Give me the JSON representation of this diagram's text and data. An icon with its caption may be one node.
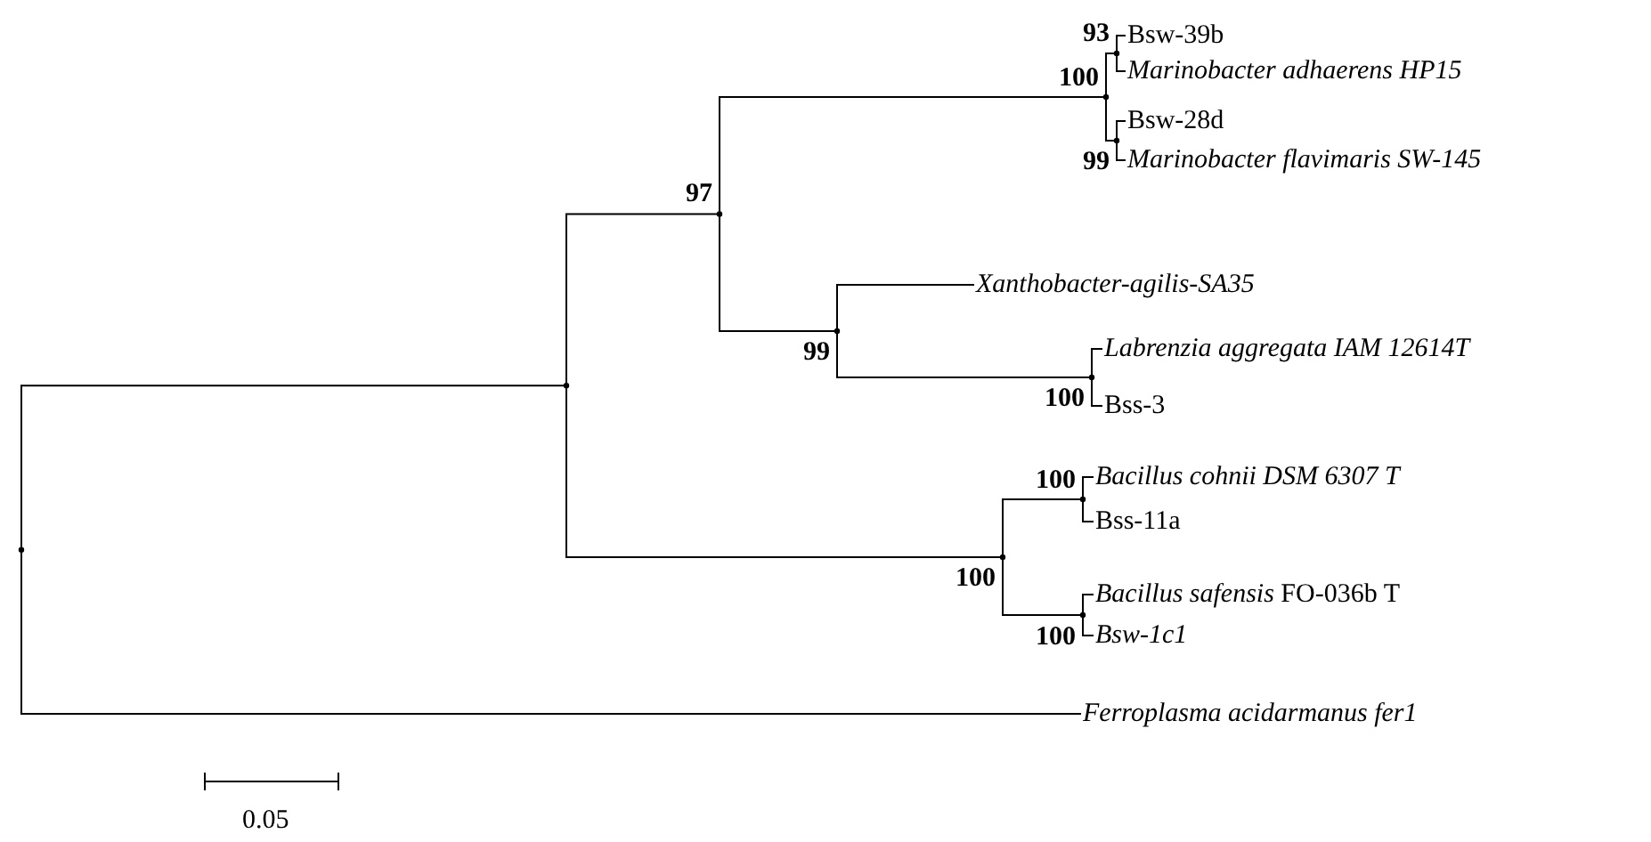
{
  "diagram": {
    "nodes": [
      {
        "text": [],
        "shape": "point"
      },
      {
        "text": [],
        "shape": "point"
      },
      {
        "text": [],
        "shape": "point",
        "beside": [
          "97"
        ]
      },
      {
        "text": [],
        "shape": "point",
        "beside": [
          "100"
        ]
      },
      {
        "text": [],
        "shape": "point",
        "beside": [
          "93"
        ]
      },
      {
        "text": [
          "Bsw-39b"
        ]
      },
      {
        "text": [
          "Marinobacter adhaerens HP15"
        ]
      },
      {
        "text": [],
        "shape": "point",
        "beside": [
          "99"
        ]
      },
      {
        "text": [
          "Bsw-28d"
        ]
      },
      {
        "text": [
          "Marinobacter flavimaris SW-145"
        ]
      },
      {
        "text": [],
        "shape": "point",
        "beside": [
          "99"
        ]
      },
      {
        "text": [
          "Xanthobacter-agilis-SA35"
        ]
      },
      {
        "text": [],
        "shape": "point",
        "beside": [
          "100"
        ]
      },
      {
        "text": [
          "Labrenzia aggregata IAM 12614T"
        ]
      },
      {
        "text": [
          "Bss-3"
        ]
      },
      {
        "text": [],
        "shape": "point",
        "beside": [
          "100"
        ]
      },
      {
        "text": [],
        "shape": "point",
        "beside": [
          "100"
        ]
      },
      {
        "text": [
          "Bacillus cohnii DSM 6307 T"
        ]
      },
      {
        "text": [
          "Bss-11a"
        ]
      },
      {
        "text": [],
        "shape": "point",
        "beside": [
          "100"
        ]
      },
      {
        "text": [
          "*Bacillus safensis* FO-036b T"
        ]
      },
      {
        "text": [
          "Bsw-1c1"
        ]
      },
      {
        "text": [
          "Ferroplasma acidarmanus fer1"
        ]
      }
    ],
    "edges": [
      {
        "from": 0,
        "to": 1,
        "arrow": "none"
      },
      {
        "from": 0,
        "to": 22,
        "arrow": "none"
      },
      {
        "from": 1,
        "to": 2,
        "arrow": "none"
      },
      {
        "from": 1,
        "to": 15,
        "arrow": "none"
      },
      {
        "from": 2,
        "to": 3,
        "arrow": "none"
      },
      {
        "from": 2,
        "to": 10,
        "arrow": "none"
      },
      {
        "from": 3,
        "to": 4,
        "arrow": "none"
      },
      {
        "from": 3,
        "to": 7,
        "arrow": "none"
      },
      {
        "from": 4,
        "to": 5,
        "arrow": "none"
      },
      {
        "from": 4,
        "to": 6,
        "arrow": "none"
      },
      {
        "from": 7,
        "to": 8,
        "arrow": "none"
      },
      {
        "from": 7,
        "to": 9,
        "arrow": "none"
      },
      {
        "from": 10,
        "to": 11,
        "arrow": "none"
      },
      {
        "from": 10,
        "to": 12,
        "arrow": "none"
      },
      {
        "from": 12,
        "to": 13,
        "arrow": "none"
      },
      {
        "from": 12,
        "to": 14,
        "arrow": "none"
      },
      {
        "from": 15,
        "to": 16,
        "arrow": "none"
      },
      {
        "from": 15,
        "to": 19,
        "arrow": "none"
      },
      {
        "from": 16,
        "to": 17,
        "arrow": "none"
      },
      {
        "from": 16,
        "to": 18,
        "arrow": "none"
      },
      {
        "from": 19,
        "to": 20,
        "arrow": "none"
      },
      {
        "from": 19,
        "to": 21,
        "arrow": "none"
      }
    ],
    "labels": [
      "0.05"
    ]
  }
}
